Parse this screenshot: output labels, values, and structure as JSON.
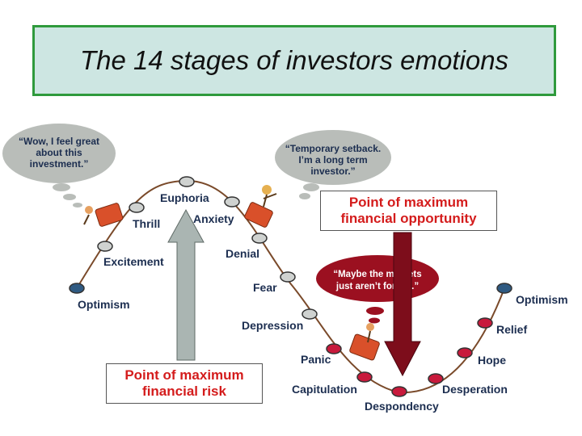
{
  "title": "The 14 stages of investors emotions",
  "colors": {
    "title_bg": "#cde6e2",
    "title_border": "#2f9a3c",
    "curve": "#7a4a2a",
    "label_text": "#1c2e50",
    "callout_text": "#d41c1c",
    "thought_gray": "#b9bdb9",
    "thought_red": "#9b1020",
    "up_arrow": "#aab5b2",
    "down_arrow": "#7d0d1b",
    "marker_gray": "#cfd2d0",
    "marker_blue": "#2f5a82",
    "marker_red": "#c81a3c"
  },
  "stages": [
    {
      "n": 1,
      "label": "Optimism",
      "marker": "blue"
    },
    {
      "n": 2,
      "label": "Excitement",
      "marker": "gray"
    },
    {
      "n": 3,
      "label": "Thrill",
      "marker": "gray"
    },
    {
      "n": 4,
      "label": "Euphoria",
      "marker": "gray"
    },
    {
      "n": 5,
      "label": "Anxiety",
      "marker": "gray"
    },
    {
      "n": 6,
      "label": "Denial",
      "marker": "gray"
    },
    {
      "n": 7,
      "label": "Fear",
      "marker": "gray"
    },
    {
      "n": 8,
      "label": "Depression",
      "marker": "gray"
    },
    {
      "n": 9,
      "label": "Panic",
      "marker": "red"
    },
    {
      "n": 10,
      "label": "Capitulation",
      "marker": "red"
    },
    {
      "n": 11,
      "label": "Despondency",
      "marker": "red"
    },
    {
      "n": 12,
      "label": "Desperation",
      "marker": "red"
    },
    {
      "n": 13,
      "label": "Hope",
      "marker": "red"
    },
    {
      "n": 14,
      "label": "Relief",
      "marker": "red"
    },
    {
      "n": 15,
      "label": "Optimism",
      "marker": "blue"
    }
  ],
  "thoughts": {
    "euphoria": [
      "“Wow, I feel great",
      "about this",
      "investment.”"
    ],
    "denial": [
      "“Temporary setback.",
      "I’m a long term",
      "investor.”"
    ],
    "despondency": [
      "“Maybe the markets",
      "just aren’t for me.”"
    ]
  },
  "callouts": {
    "risk": [
      "Point of maximum",
      "financial risk"
    ],
    "opportunity": [
      "Point of maximum",
      "financial opportunity"
    ]
  }
}
